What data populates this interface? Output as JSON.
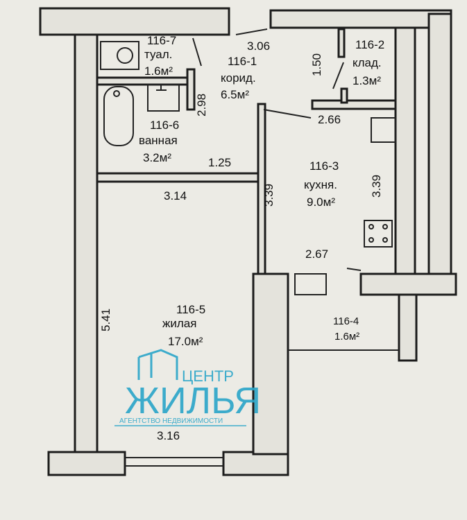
{
  "rooms": [
    {
      "id": "116-7",
      "name": "туал.",
      "area": "1.6м²"
    },
    {
      "id": "116-1",
      "name": "корид.",
      "area": "6.5м²"
    },
    {
      "id": "116-2",
      "name": "клад.",
      "area": "1.3м²"
    },
    {
      "id": "116-6",
      "name": "ванная",
      "area": "3.2м²"
    },
    {
      "id": "116-3",
      "name": "кухня.",
      "area": "9.0м²"
    },
    {
      "id": "116-5",
      "name": "жилая",
      "area": "17.0м²"
    },
    {
      "id": "116-4",
      "name": "",
      "area": "1.6м²"
    }
  ],
  "dimensions": [
    "3.06",
    "1.50",
    "2.98",
    "2.66",
    "1.25",
    "3.14",
    "3.39",
    "3.39",
    "2.67",
    "5.41",
    "3.16"
  ],
  "watermark": {
    "top": "ЦЕНТР",
    "main": "ЖИЛЬЯ",
    "sub": "АГЕНТСТВО НЕДВИЖИМОСТИ",
    "color": "#2aa5c9"
  }
}
